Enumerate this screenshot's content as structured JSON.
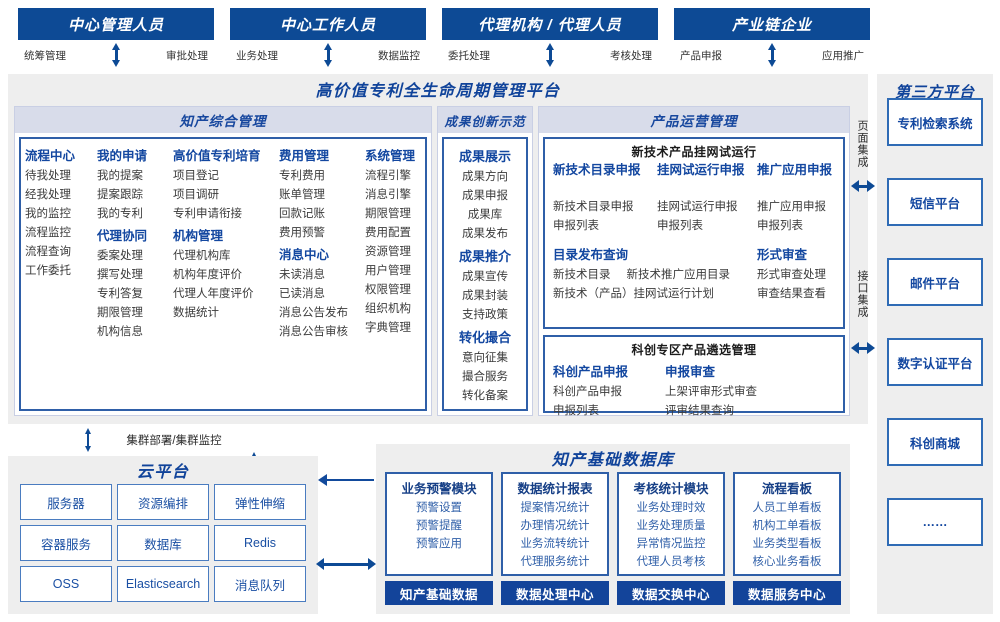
{
  "roles": [
    {
      "title": "中心管理人员",
      "left_flow": "统筹管理",
      "right_flow": "审批处理",
      "arrow": "vertical-double-arrow"
    },
    {
      "title": "中心工作人员",
      "left_flow": "业务处理",
      "right_flow": "数据监控",
      "arrow": "vertical-double-arrow"
    },
    {
      "title": "代理机构 / 代理人员",
      "left_flow": "委托处理",
      "right_flow": "考核处理",
      "arrow": "vertical-double-arrow"
    },
    {
      "title": "产业链企业",
      "left_flow": "产品申报",
      "right_flow": "应用推广",
      "arrow": "vertical-double-arrow"
    }
  ],
  "platform": {
    "title": "高价值专利全生命周期管理平台",
    "sections": [
      {
        "name": "知产综合管理",
        "columns": [
          {
            "groups": [
              {
                "head": "流程中心",
                "items": [
                  "待我处理",
                  "经我处理",
                  "我的监控",
                  "流程监控",
                  "流程查询",
                  "工作委托"
                ]
              }
            ]
          },
          {
            "groups": [
              {
                "head": "我的申请",
                "items": [
                  "我的提案",
                  "提案跟踪",
                  "我的专利"
                ]
              },
              {
                "head": "代理协同",
                "items": [
                  "委案处理",
                  "撰写处理",
                  "专利答复",
                  "期限管理",
                  "机构信息"
                ]
              }
            ]
          },
          {
            "groups": [
              {
                "head": "高价值专利培育",
                "items": [
                  "项目登记",
                  "项目调研",
                  "专利申请衔接"
                ]
              },
              {
                "head": "机构管理",
                "items": [
                  "代理机构库",
                  "机构年度评价",
                  "代理人年度评价",
                  "数据统计"
                ]
              }
            ]
          },
          {
            "groups": [
              {
                "head": "费用管理",
                "items": [
                  "专利费用",
                  "账单管理",
                  "回款记账",
                  "费用预警"
                ]
              },
              {
                "head": "消息中心",
                "items": [
                  "未读消息",
                  "已读消息",
                  "消息公告发布",
                  "消息公告审核"
                ]
              }
            ]
          },
          {
            "groups": [
              {
                "head": "系统管理",
                "items": [
                  "流程引擎",
                  "消息引擎",
                  "期限管理",
                  "费用配置",
                  "资源管理",
                  "用户管理",
                  "权限管理",
                  "组织机构",
                  "字典管理"
                ]
              }
            ]
          }
        ]
      },
      {
        "name": "成果创新示范",
        "columns": [
          {
            "groups": [
              {
                "head": "成果展示",
                "items": [
                  "成果方向",
                  "成果申报",
                  "成果库",
                  "成果发布"
                ]
              },
              {
                "head": "成果推介",
                "items": [
                  "成果宣传",
                  "成果封装",
                  "支持政策"
                ]
              },
              {
                "head": "转化撮合",
                "items": [
                  "意向征集",
                  "撮合服务",
                  "转化备案"
                ]
              }
            ]
          }
        ]
      },
      {
        "name": "产品运营管理",
        "boxes": [
          {
            "title": "新技术产品挂网试运行",
            "row1": [
              {
                "head": "新技术目录申报",
                "items": [
                  "新技术目录申报",
                  "申报列表"
                ]
              },
              {
                "head": "挂网试运行申报",
                "items": [
                  "挂网试运行申报",
                  "申报列表"
                ]
              },
              {
                "head": "推广应用申报",
                "items": [
                  "推广应用申报",
                  "申报列表"
                ]
              }
            ],
            "row2": [
              {
                "head": "目录发布查询",
                "items": [
                  "新技术目录",
                  "新技术推广应用目录",
                  "新技术（产品）挂网试运行计划"
                ]
              },
              {
                "head": "形式审查",
                "items": [
                  "形式审查处理",
                  "审查结果查看"
                ]
              }
            ]
          },
          {
            "title": "科创专区产品遴选管理",
            "row1": [
              {
                "head": "科创产品申报",
                "items": [
                  "科创产品申报",
                  "申报列表"
                ]
              },
              {
                "head": "申报审查",
                "items": [
                  "上架评审形式审查",
                  "评审结果查询"
                ]
              }
            ]
          }
        ]
      }
    ],
    "integration": [
      {
        "label": "页面集成",
        "arrow": "horizontal-double-arrow"
      },
      {
        "label": "接口集成",
        "arrow": "horizontal-double-arrow"
      }
    ]
  },
  "third_party": {
    "title": "第三方平台",
    "items": [
      "专利检索系统",
      "短信平台",
      "邮件平台",
      "数字认证平台",
      "科创商城",
      "……"
    ]
  },
  "cloud": {
    "cluster_label": "集群部署/集群监控",
    "title": "云平台",
    "items": [
      "服务器",
      "资源编排",
      "弹性伸缩",
      "容器服务",
      "数据库",
      "Redis",
      "OSS",
      "Elasticsearch",
      "消息队列"
    ]
  },
  "database": {
    "title": "知产基础数据库",
    "cards": [
      {
        "head": "业务预警模块",
        "items": [
          "预警设置",
          "预警提醒",
          "预警应用"
        ],
        "foot": "知产基础数据"
      },
      {
        "head": "数据统计报表",
        "items": [
          "提案情况统计",
          "办理情况统计",
          "业务流转统计",
          "代理服务统计"
        ],
        "foot": "数据处理中心"
      },
      {
        "head": "考核统计模块",
        "items": [
          "业务处理时效",
          "业务处理质量",
          "异常情况监控",
          "代理人员考核"
        ],
        "foot": "数据交换中心"
      },
      {
        "head": "流程看板",
        "items": [
          "人员工单看板",
          "机构工单看板",
          "业务类型看板",
          "核心业务看板"
        ],
        "foot": "数据服务中心"
      }
    ]
  },
  "colors": {
    "navy": "#0d4a95",
    "blue_text": "#1347a0",
    "lavender_header": "#d8dcea",
    "panel_gray": "#eeeeee",
    "border_blue": "#2f5fa8"
  }
}
